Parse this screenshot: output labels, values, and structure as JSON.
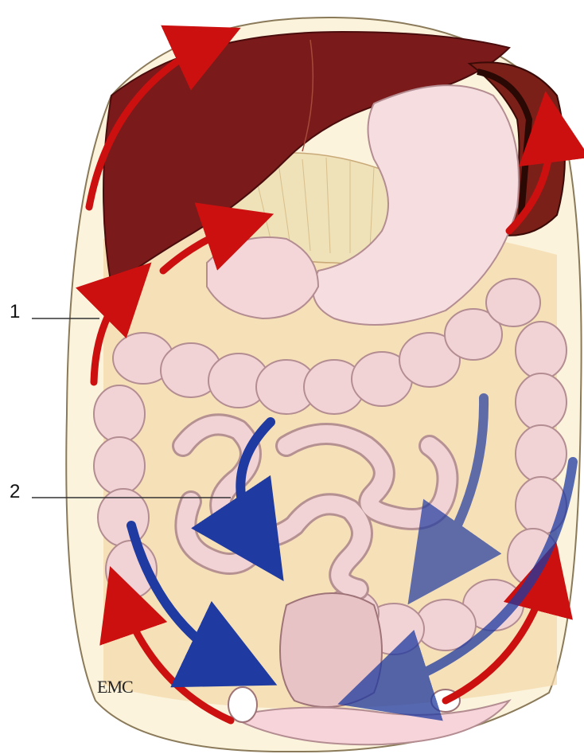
{
  "labels": {
    "one": "1",
    "two": "2"
  },
  "logo_text": "EMC",
  "colors": {
    "background": "#ffffff",
    "abdominal_wall": "#fbf3dc",
    "liver": "#7a1a1a",
    "spleen": "#7a2019",
    "stomach": "#f6dde0",
    "intestine": "#f1d3d6",
    "intestine_outline": "#b38d91",
    "pancreas": "#efe1b8",
    "fat": "#f3c98c",
    "red_arrow": "#cc1010",
    "blue_arrow": "#1f3aa0"
  },
  "arrows": {
    "red": [
      "subphrenic-right-arrow",
      "subhepatic-arrow",
      "left-subphrenic-arrow",
      "right-paracolic-up-arrow",
      "left-pelvic-up-arrow",
      "right-pelvic-down-arrow"
    ],
    "blue": [
      "mesenteric-arrow-center",
      "mesenteric-arrow-left",
      "right-paracolic-down-arrow",
      "left-paracolic-down-arrow"
    ]
  }
}
